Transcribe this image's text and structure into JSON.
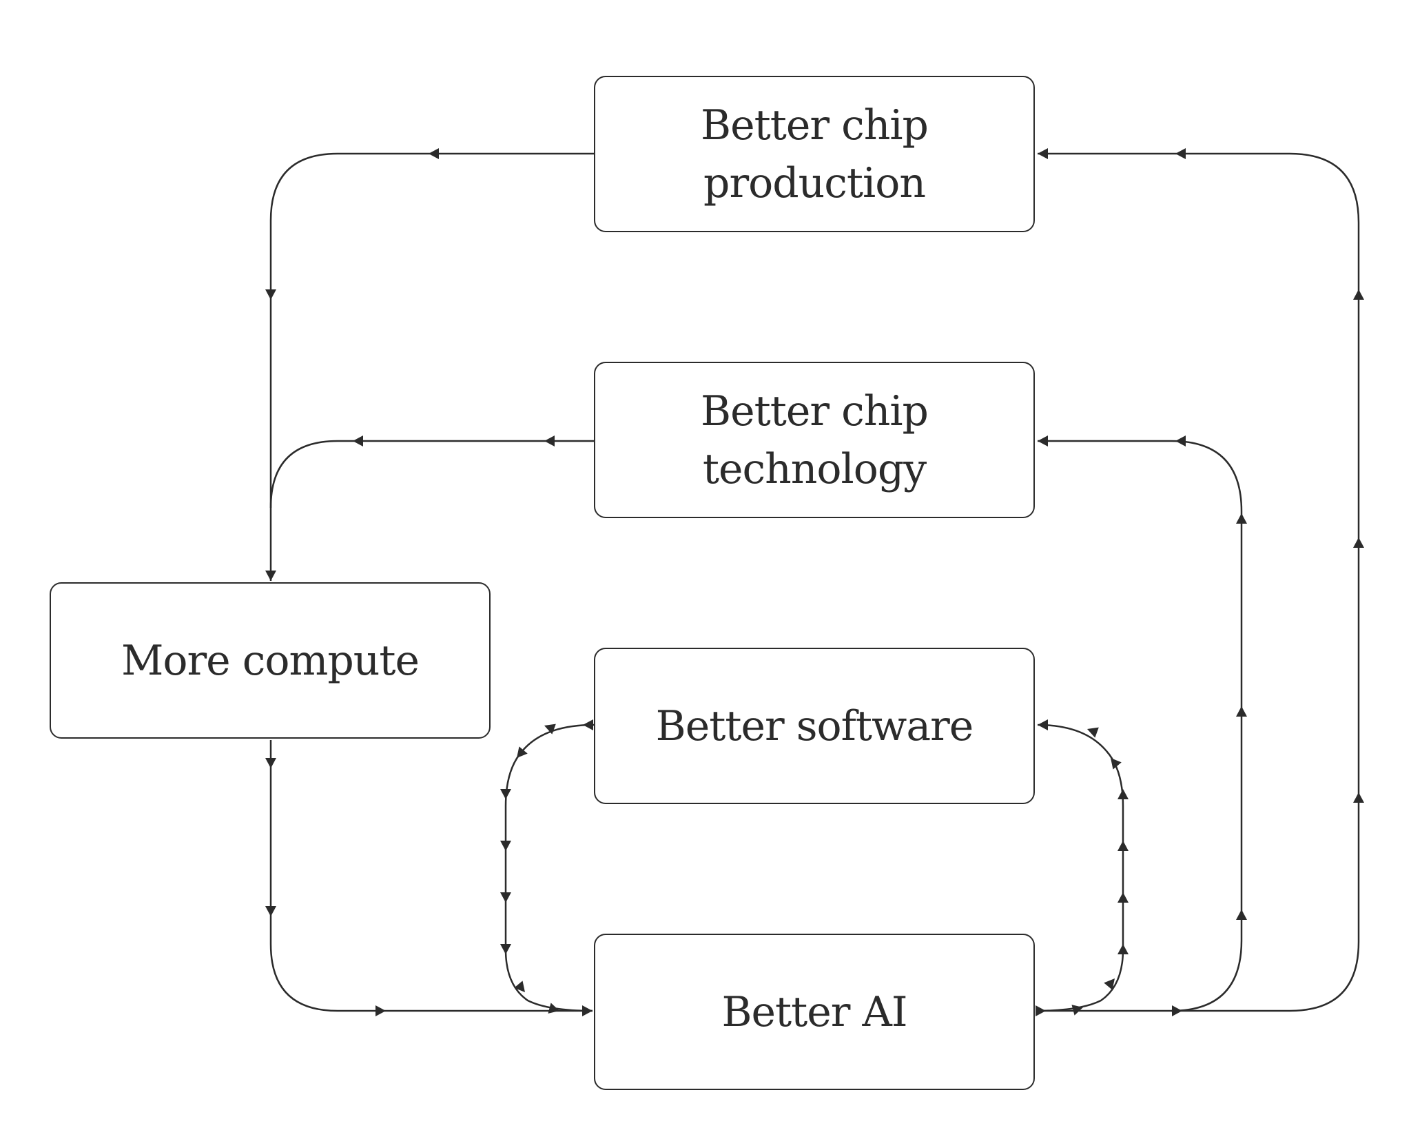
{
  "diagram": {
    "nodes": [
      {
        "id": "production",
        "label": "Better chip\nproduction"
      },
      {
        "id": "technology",
        "label": "Better chip\ntechnology"
      },
      {
        "id": "compute",
        "label": "More compute"
      },
      {
        "id": "software",
        "label": "Better software"
      },
      {
        "id": "ai",
        "label": "Better AI"
      }
    ],
    "edges": [
      {
        "from": "production",
        "to": "compute"
      },
      {
        "from": "technology",
        "to": "compute"
      },
      {
        "from": "compute",
        "to": "ai"
      },
      {
        "from": "software",
        "to": "ai"
      },
      {
        "from": "ai",
        "to": "software"
      },
      {
        "from": "ai",
        "to": "technology"
      },
      {
        "from": "ai",
        "to": "production"
      }
    ]
  }
}
